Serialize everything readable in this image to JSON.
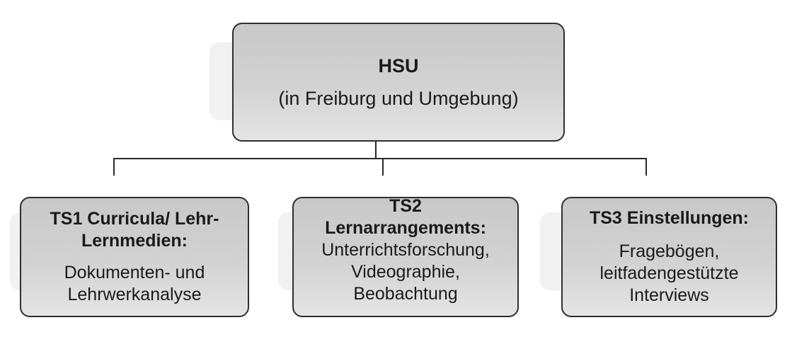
{
  "root": {
    "title": "HSU",
    "subtitle": "(in Freiburg und Umgebung)"
  },
  "children": [
    {
      "title_lines": [
        "TS1 Curricula/ Lehr-",
        "Lernmedien:"
      ],
      "body_lines": [
        "Dokumenten- und",
        "Lehrwerkanalyse"
      ]
    },
    {
      "title_lines": [
        "TS2",
        "Lernarrangements:"
      ],
      "body_lines": [
        "Unterrichtsforschung,",
        "Videographie,",
        "Beobachtung"
      ]
    },
    {
      "title_lines": [
        "TS3 Einstellungen:"
      ],
      "body_lines": [
        "Fragebögen,",
        "leitfadengestützte",
        "Interviews"
      ]
    }
  ],
  "colors": {
    "box_fill_top": "#c8c8c8",
    "box_fill_bottom": "#e4e4e4",
    "box_border": "#2f2f2f",
    "connector": "#2a2a2a"
  }
}
